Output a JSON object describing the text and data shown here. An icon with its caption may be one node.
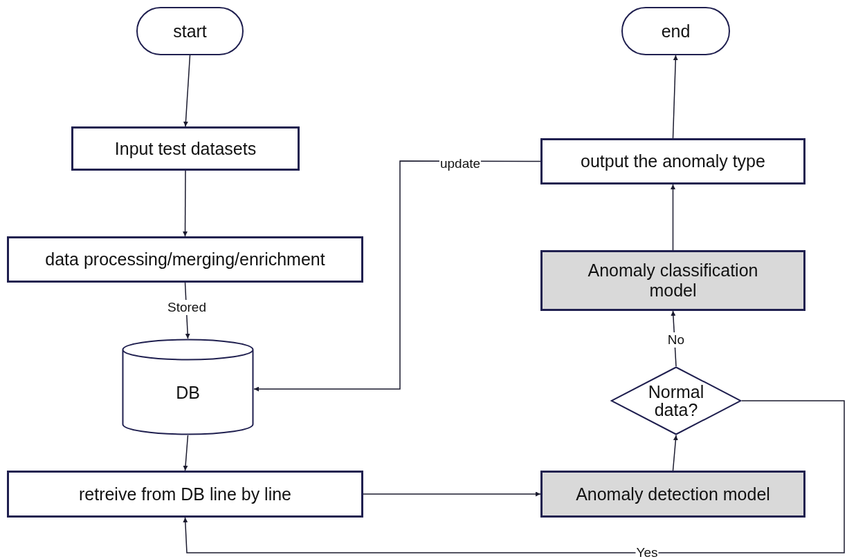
{
  "diagram": {
    "nodes": [
      {
        "text": [
          "start"
        ]
      },
      {
        "text": [
          "Input test datasets"
        ]
      },
      {
        "text": [
          "data processing/merging/enrichment"
        ]
      },
      {
        "text": [
          "DB"
        ]
      },
      {
        "text": [
          "retreive from DB line by line"
        ]
      },
      {
        "text": [
          "Anomaly detection model"
        ]
      },
      {
        "text": [
          "Normal data?"
        ]
      },
      {
        "text": [
          "Anomaly classification model"
        ]
      },
      {
        "text": [
          "output the anomaly type"
        ]
      },
      {
        "text": [
          "end"
        ]
      }
    ],
    "edges": [
      {
        "from": 0,
        "to": 1,
        "arrow": "to"
      },
      {
        "from": 1,
        "to": 2,
        "arrow": "to"
      },
      {
        "from": 2,
        "to": 3,
        "arrow": "to",
        "label": "Stored"
      },
      {
        "from": 3,
        "to": 4,
        "arrow": "to"
      },
      {
        "from": 4,
        "to": 5,
        "arrow": "to"
      },
      {
        "from": 5,
        "to": 6,
        "arrow": "to"
      },
      {
        "from": 6,
        "to": 7,
        "arrow": "to",
        "label": "No"
      },
      {
        "from": 7,
        "to": 8,
        "arrow": "to"
      },
      {
        "from": 8,
        "to": 9,
        "arrow": "to"
      },
      {
        "from": 8,
        "to": 3,
        "arrow": "to",
        "label": "update"
      },
      {
        "from": 6,
        "to": 4,
        "arrow": "to",
        "label": "Yes"
      }
    ]
  }
}
